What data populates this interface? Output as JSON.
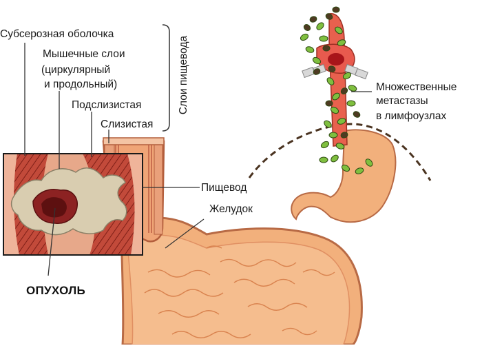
{
  "diagram": {
    "layers_title": "Слои пищевода",
    "labels": {
      "subserosa": "Субсерозная оболочка",
      "muscle_line1": "Мышечные слои",
      "muscle_line2": "(циркулярный",
      "muscle_line3": "и продольный)",
      "submucosa": "Подслизистая",
      "mucosa": "Слизистая",
      "esophagus": "Пищевод",
      "stomach": "Желудок",
      "tumor": "ОПУХОЛЬ",
      "metastases_line1": "Множественные",
      "metastases_line2": "метастазы",
      "metastases_line3": "в лимфоузлах"
    },
    "colors": {
      "stomach_fill": "#f2b07c",
      "esophagus_wall": "#c9694a",
      "muscle_red": "#c0453a",
      "tumor_body": "#d9cdb0",
      "tumor_core": "#7a1a1a",
      "lymph_green": "#7fbf3f",
      "lymph_dark": "#4e3a22",
      "aorta_red": "#e85a4e"
    }
  }
}
